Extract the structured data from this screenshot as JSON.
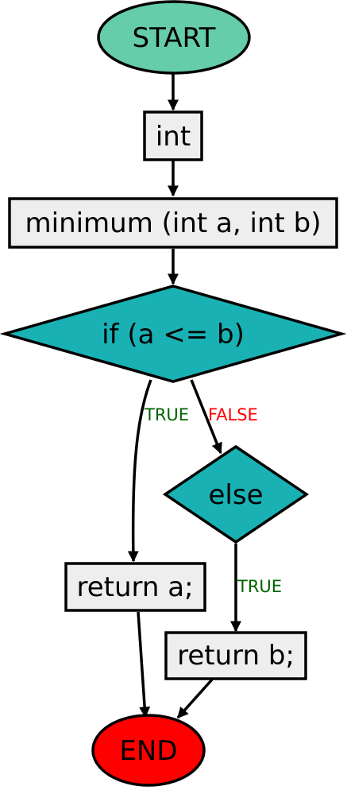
{
  "colors": {
    "start": "#66cdaa",
    "end": "#ff0000",
    "process": "#eeeeee",
    "decision": "#1ab1b4",
    "label_true": "#006400",
    "label_false": "#ff0000",
    "stroke": "#000000"
  },
  "nodes": {
    "start": "START",
    "return_type": "int",
    "function": "minimum (int a, int b)",
    "condition": "if (a <= b)",
    "else": "else",
    "return_a": "return a;",
    "return_b": "return b;",
    "end": "END"
  },
  "edges": {
    "condition_true": "TRUE",
    "condition_false": "FALSE",
    "else_true": "TRUE"
  }
}
